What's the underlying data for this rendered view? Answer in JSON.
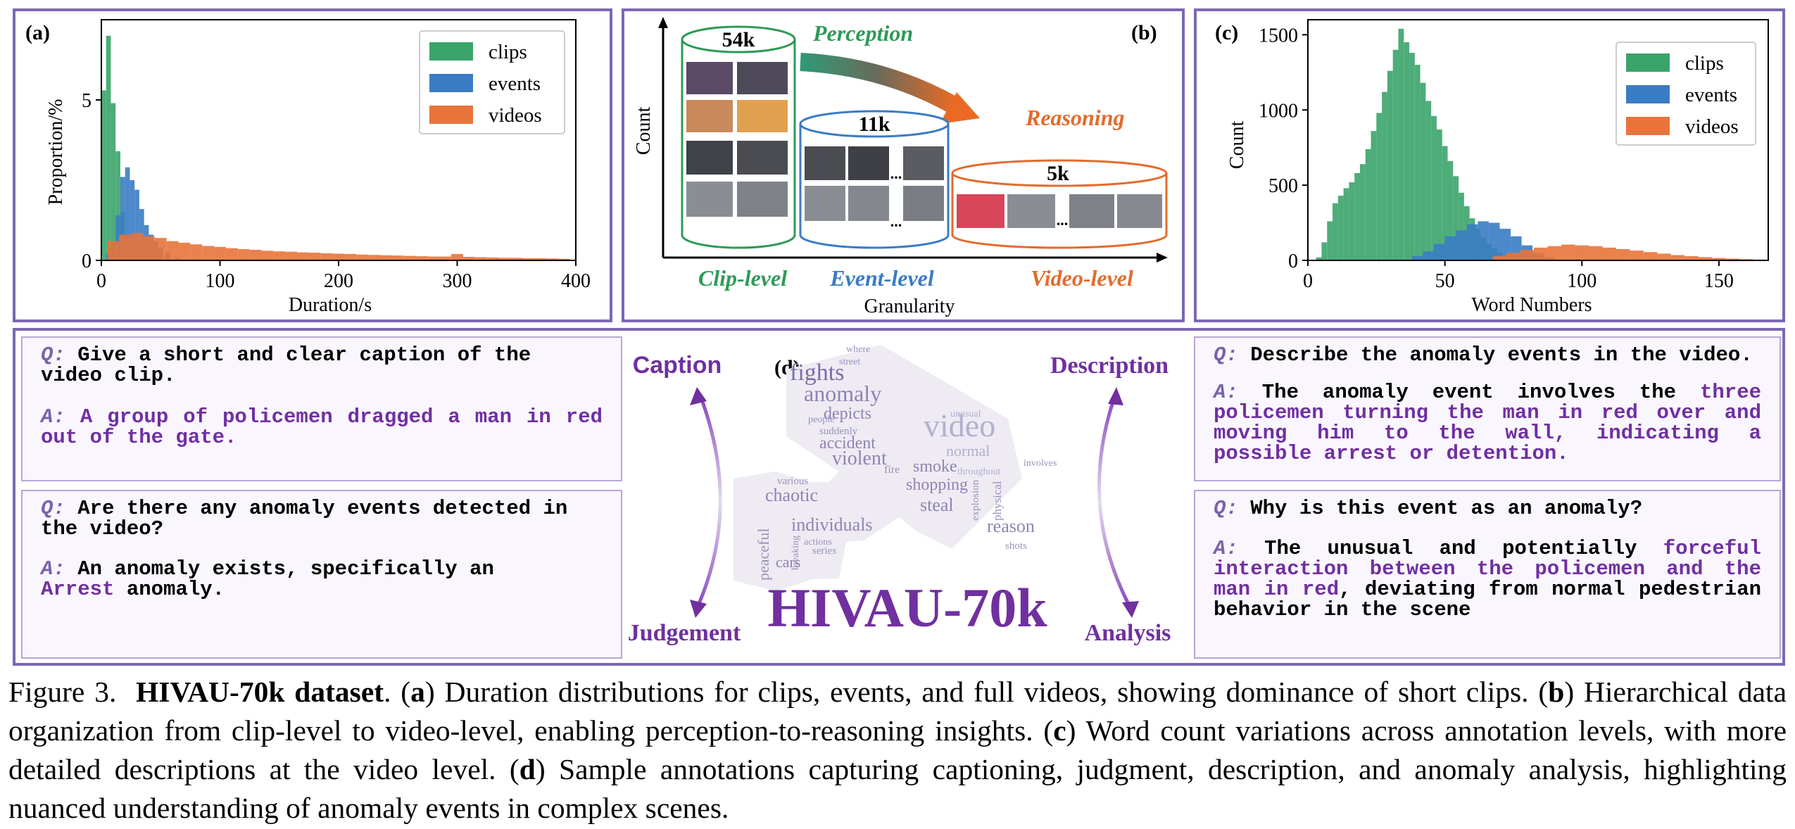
{
  "panel_a": {
    "label": "(a)",
    "chart_data": {
      "type": "bar",
      "title": "",
      "xlabel": "Duration/s",
      "ylabel": "Proportion/%",
      "xlim": [
        0,
        400
      ],
      "ylim": [
        0,
        7.5
      ],
      "xticks": [
        "0",
        "100",
        "200",
        "300",
        "400"
      ],
      "yticks": [
        "0",
        "5"
      ],
      "legend": "top-right",
      "grid": false,
      "series": [
        {
          "name": "clips",
          "color": "#3aa46a",
          "x": [
            2,
            6,
            10,
            14,
            18,
            22,
            26,
            30,
            34
          ],
          "values": [
            5.3,
            7.0,
            4.9,
            3.4,
            1.5,
            0.8,
            0.4,
            0.2,
            0.1
          ]
        },
        {
          "name": "events",
          "color": "#3a7cc4",
          "x": [
            6,
            10,
            14,
            18,
            22,
            26,
            30,
            34,
            38,
            42,
            46,
            50,
            56,
            64
          ],
          "values": [
            0.2,
            0.6,
            1.4,
            2.6,
            2.9,
            2.5,
            2.2,
            1.6,
            1.1,
            0.8,
            0.6,
            0.4,
            0.25,
            0.1
          ]
        },
        {
          "name": "videos",
          "color": "#e8743b",
          "x": [
            10,
            20,
            30,
            40,
            50,
            60,
            70,
            80,
            90,
            100,
            110,
            120,
            130,
            140,
            150,
            160,
            170,
            180,
            190,
            200,
            210,
            220,
            230,
            240,
            250,
            260,
            270,
            280,
            290,
            300,
            310,
            320,
            330,
            340,
            350,
            360,
            370,
            380,
            390
          ],
          "values": [
            0.6,
            0.8,
            0.85,
            0.75,
            0.7,
            0.6,
            0.55,
            0.5,
            0.45,
            0.42,
            0.38,
            0.35,
            0.33,
            0.3,
            0.28,
            0.27,
            0.25,
            0.24,
            0.22,
            0.21,
            0.2,
            0.18,
            0.17,
            0.16,
            0.15,
            0.14,
            0.13,
            0.12,
            0.12,
            0.2,
            0.11,
            0.1,
            0.09,
            0.08,
            0.08,
            0.07,
            0.07,
            0.06,
            0.05
          ]
        }
      ]
    }
  },
  "panel_b": {
    "label": "(b)",
    "ylabel": "Count",
    "xlabel": "Granularity",
    "perception": "Perception",
    "reasoning": "Reasoning",
    "levels": [
      {
        "name": "Clip-level",
        "count": "54k",
        "color": "#2e9a58"
      },
      {
        "name": "Event-level",
        "count": "11k",
        "color": "#3a7cc4"
      },
      {
        "name": "Video-level",
        "count": "5k",
        "color": "#e36b2c"
      }
    ],
    "ellipsis": "..."
  },
  "panel_c": {
    "label": "(c)",
    "chart_data": {
      "type": "bar",
      "title": "",
      "xlabel": "Word Numbers",
      "ylabel": "Count",
      "xlim": [
        0,
        168
      ],
      "ylim": [
        0,
        1600
      ],
      "xticks": [
        "0",
        "50",
        "100",
        "150"
      ],
      "yticks": [
        "0",
        "500",
        "1000",
        "1500"
      ],
      "legend": "top-right",
      "grid": false,
      "series": [
        {
          "name": "clips",
          "color": "#3aa46a",
          "x": [
            4,
            6,
            8,
            10,
            12,
            14,
            16,
            18,
            20,
            22,
            24,
            26,
            28,
            30,
            32,
            34,
            36,
            38,
            40,
            42,
            44,
            46,
            48,
            50,
            52,
            54,
            56,
            58,
            60,
            62,
            64,
            66,
            68,
            70,
            72,
            74,
            76
          ],
          "values": [
            20,
            120,
            260,
            380,
            430,
            480,
            520,
            580,
            640,
            740,
            860,
            980,
            1120,
            1260,
            1400,
            1540,
            1450,
            1380,
            1300,
            1180,
            1060,
            960,
            870,
            760,
            660,
            560,
            450,
            360,
            280,
            210,
            150,
            110,
            80,
            50,
            30,
            20,
            10
          ]
        },
        {
          "name": "events",
          "color": "#3a7cc4",
          "x": [
            40,
            44,
            48,
            52,
            56,
            60,
            64,
            68,
            72,
            76,
            80,
            84,
            88
          ],
          "values": [
            30,
            60,
            110,
            160,
            200,
            240,
            260,
            250,
            210,
            160,
            100,
            50,
            20
          ]
        },
        {
          "name": "videos",
          "color": "#e8743b",
          "x": [
            70,
            75,
            80,
            85,
            90,
            95,
            100,
            105,
            110,
            115,
            120,
            125,
            130,
            135,
            140,
            145,
            150,
            155,
            160,
            165
          ],
          "values": [
            30,
            50,
            70,
            85,
            95,
            105,
            100,
            95,
            85,
            75,
            65,
            55,
            45,
            35,
            28,
            22,
            16,
            12,
            8,
            5
          ]
        }
      ]
    }
  },
  "panel_d": {
    "label": "(d)",
    "caption_task": "Caption",
    "judgement_task": "Judgement",
    "description_task": "Description",
    "analysis_task": "Analysis",
    "title": "HIVAU-70k",
    "q_tag": "Q:",
    "a_tag": "A:",
    "qa1": {
      "q": "Give a short and clear caption of the video clip.",
      "a": "A group of policemen dragged a man in red out of the gate."
    },
    "qa2": {
      "q": "Are there any anomaly events detected in the video?",
      "a_pre": "An anomaly exists, specifically an",
      "a_hl": "Arrest",
      "a_post": "anomaly."
    },
    "qa3": {
      "q": "Describe the anomaly events in the video.",
      "a_pre": "The anomaly event involves the",
      "a_hl": "three policemen turning the man in red over and moving him to the wall, indicating a possible arrest or detention."
    },
    "qa4": {
      "q": "Why is this event as an anomaly?",
      "a_pre": "The unusual and potentially",
      "a_hl": "forceful interaction between the policemen and the man in red",
      "a_post": ", deviating from normal pedestrian behavior in the scene"
    },
    "wordcloud": [
      "fights",
      "anomaly",
      "video",
      "depicts",
      "violent",
      "accident",
      "smoke",
      "shopping",
      "steal",
      "chaotic",
      "individuals",
      "reason",
      "peaceful",
      "cars",
      "normal",
      "suddenly",
      "people",
      "street",
      "where",
      "fire",
      "physical",
      "explosion",
      "involves",
      "shots",
      "various",
      "series",
      "actions",
      "breaking",
      "unusual",
      "throughout"
    ]
  },
  "caption": {
    "figure": "Figure 3.",
    "bold_title": "HIVAU-70k dataset",
    "t1": ". (",
    "a": "a",
    "t2": ") Duration distributions for clips, events, and full videos, showing dominance of short clips. (",
    "b": "b",
    "t3": ") Hierarchical data organization from clip-level to video-level, enabling perception-to-reasoning insights. (",
    "c": "c",
    "t4": ") Word count variations across annotation levels, with more detailed descriptions at the video level. (",
    "d": "d",
    "t5": ") Sample annotations capturing captioning, judgment, description, and anomaly analysis, highlighting nuanced understanding of anomaly events in complex scenes."
  }
}
